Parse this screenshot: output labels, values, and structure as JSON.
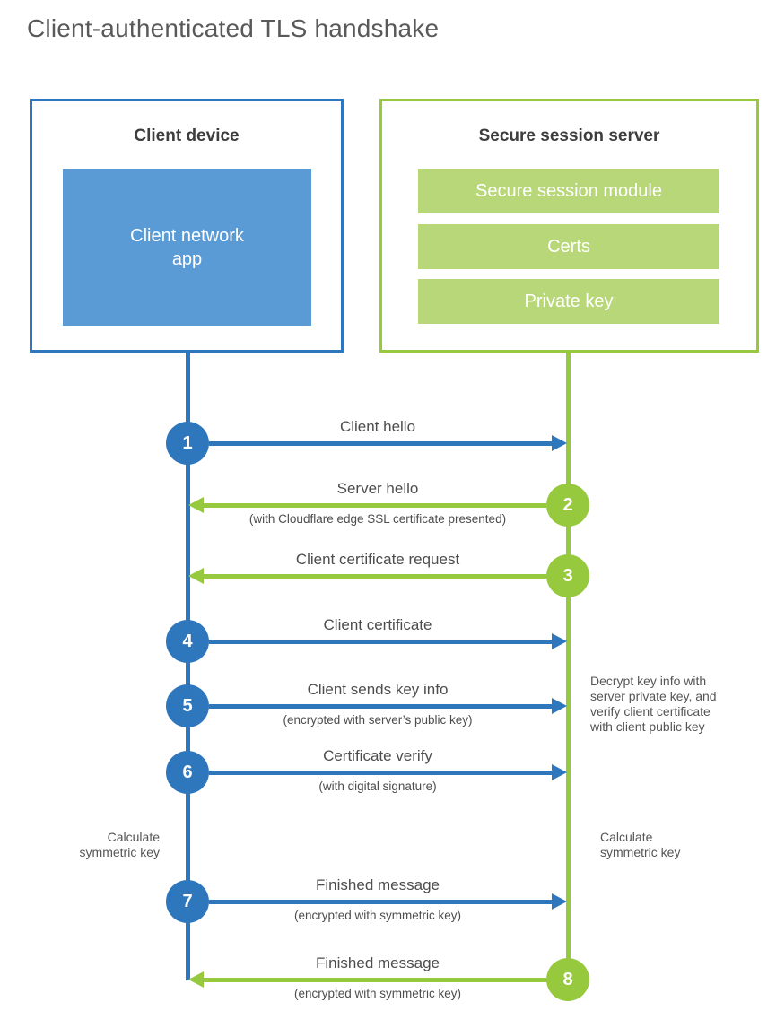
{
  "page_title": "Client-authenticated TLS handshake",
  "colors": {
    "client_blue": "#2e77bd",
    "client_app_fill": "#5b9bd5",
    "server_green": "#97c93e",
    "server_module_fill": "#b7d778",
    "heading_text": "#3d3d3d",
    "label_text": "#4d4d4d"
  },
  "client_box": {
    "title": "Client device",
    "app_label": "Client network\napp"
  },
  "server_box": {
    "title": "Secure session server",
    "modules": [
      "Secure session module",
      "Certs",
      "Private key"
    ]
  },
  "steps": [
    {
      "num": "1",
      "from": "client",
      "label": "Client hello"
    },
    {
      "num": "2",
      "from": "server",
      "label": "Server hello",
      "sublabel": "(with Cloudflare edge SSL certificate presented)"
    },
    {
      "num": "3",
      "from": "server",
      "label": "Client certificate request"
    },
    {
      "num": "4",
      "from": "client",
      "label": "Client certificate"
    },
    {
      "num": "5",
      "from": "client",
      "label": "Client sends key info",
      "sublabel": "(encrypted with server’s public key)"
    },
    {
      "num": "6",
      "from": "client",
      "label": "Certificate verify",
      "sublabel": "(with digital signature)"
    },
    {
      "num": "7",
      "from": "client",
      "label": "Finished message",
      "sublabel": "(encrypted with symmetric key)"
    },
    {
      "num": "8",
      "from": "server",
      "label": "Finished message",
      "sublabel": "(encrypted with symmetric key)"
    }
  ],
  "annotations": {
    "decrypt_note": "Decrypt key info with\nserver private key, and\nverify client certificate\nwith client public key",
    "calculate_left": "Calculate\nsymmetric key",
    "calculate_right": "Calculate\nsymmetric key"
  }
}
